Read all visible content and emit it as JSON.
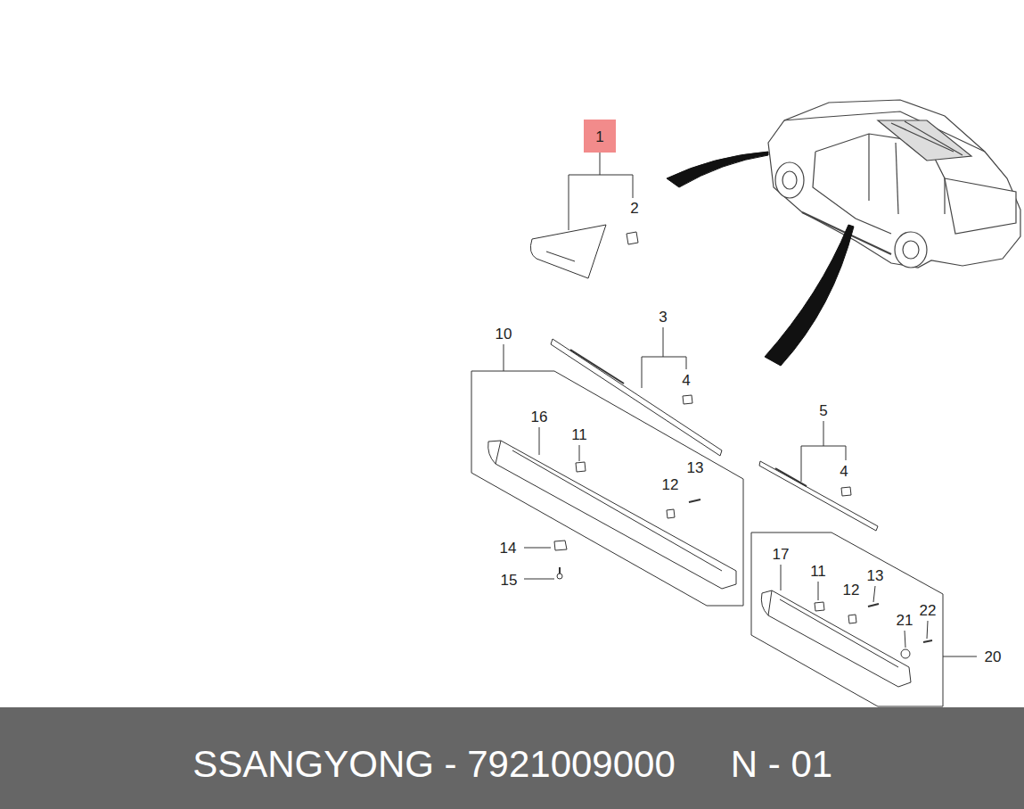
{
  "diagram": {
    "nodes": [
      {
        "text": [
          "1"
        ]
      },
      {
        "text": [
          "SSANGYONG - 7921009000",
          "N - 01"
        ]
      }
    ],
    "labels": [
      "2",
      "3",
      "4",
      "10",
      "16",
      "11",
      "13",
      "12",
      "5",
      "4",
      "14",
      "15",
      "17",
      "11",
      "13",
      "12",
      "21",
      "22",
      "20"
    ]
  }
}
